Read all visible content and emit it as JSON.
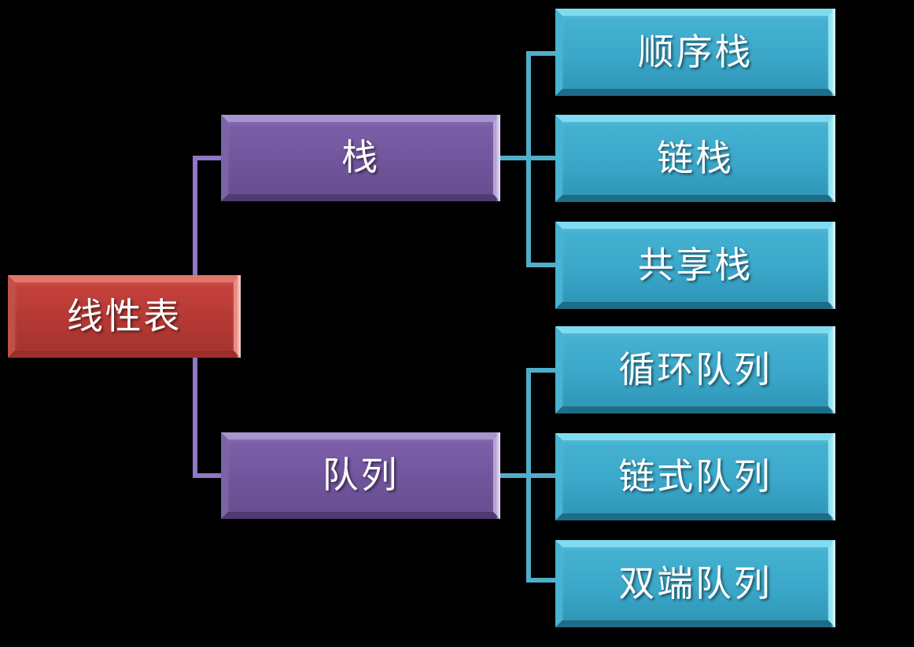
{
  "diagram": {
    "type": "hierarchy-tree",
    "orientation": "left-to-right",
    "background_color": "#000000",
    "root": {
      "label": "线性表",
      "color": "#b93b35",
      "text_color": "#ffffff"
    },
    "branches": [
      {
        "label": "栈",
        "color": "#73569f",
        "connector_color": "#8E77C4",
        "children_connector_color": "#4FAEC9",
        "children": [
          {
            "label": "顺序栈",
            "color": "#3ba6c8"
          },
          {
            "label": "链栈",
            "color": "#3ba6c8"
          },
          {
            "label": "共享栈",
            "color": "#3ba6c8"
          }
        ]
      },
      {
        "label": "队列",
        "color": "#73569f",
        "connector_color": "#8E77C4",
        "children_connector_color": "#4FAEC9",
        "children": [
          {
            "label": "循环队列",
            "color": "#3ba6c8"
          },
          {
            "label": "链式队列",
            "color": "#3ba6c8"
          },
          {
            "label": "双端队列",
            "color": "#3ba6c8"
          }
        ]
      }
    ]
  }
}
